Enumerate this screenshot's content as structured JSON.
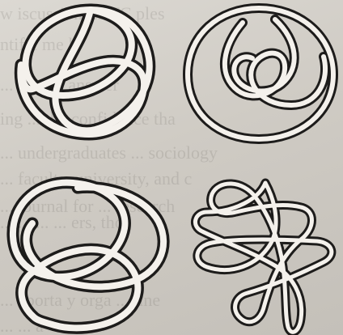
{
  "background_text": [
    "w           iscussion         LATC       ples",
    "        ntific          me  la",
    "  ...          stions, answer",
    "  ing ...  the      confidence     tha",
    "        ...  undergraduates        ...  sociology",
    "        ...  faculty, university, and     c",
    "   ...  journal    for    ...  research",
    "        ...  ...        ...  ...  ers,  tho",
    "   ...   aporta    y    orga      ...   line",
    "                     ...              ...    a"
  ],
  "knots": [
    {
      "name": "trefoil-knot"
    },
    {
      "name": "figure-eight-knot"
    },
    {
      "name": "three-lobe-knot"
    },
    {
      "name": "five-point-star-knot"
    }
  ],
  "colors": {
    "paper": "#d4d0c9",
    "rope_outline": "#1d1c1b",
    "rope_fill": "#f4f1ec",
    "background_text": "#5e5a55"
  }
}
